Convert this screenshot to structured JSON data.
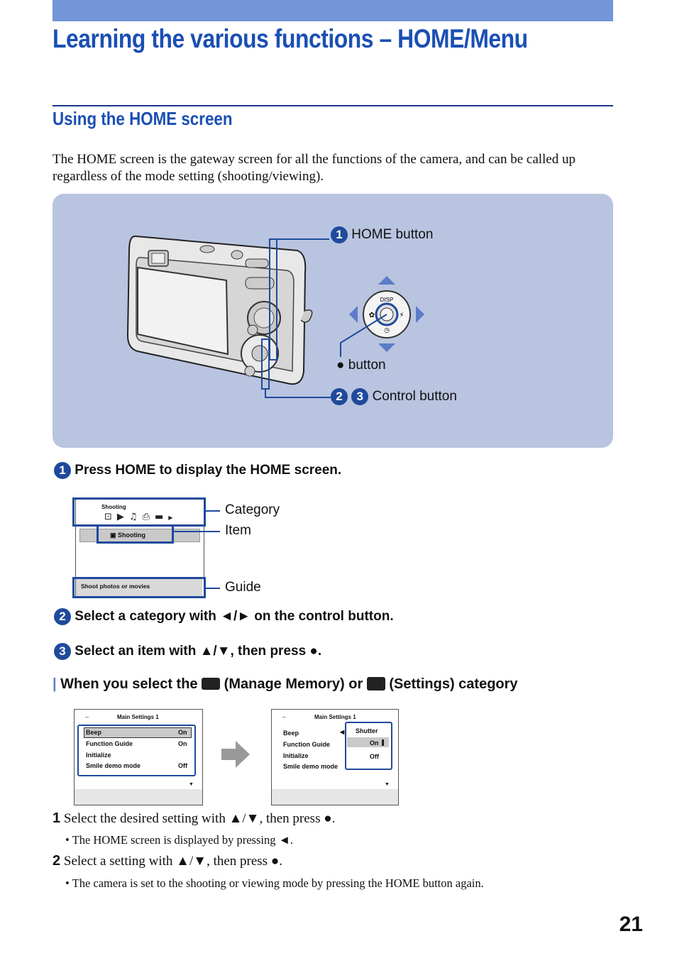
{
  "title": "Learning the various functions – HOME/Menu",
  "section_heading": "Using the HOME screen",
  "intro": "The HOME screen is the gateway screen for all the functions of the camera, and can be called up regardless of the mode setting (shooting/viewing).",
  "diagram": {
    "home_button_num": "1",
    "home_button_label": "HOME button",
    "center_button_label": "button",
    "control_num_a": "2",
    "control_num_b": "3",
    "control_button_label": "Control button",
    "disp_label": "DISP"
  },
  "step1": {
    "num": "1",
    "text": "Press HOME to display the HOME screen."
  },
  "home_screen": {
    "category_title": "Shooting",
    "item_label": "Shooting",
    "guide_text": "Shoot photos or movies",
    "callout_category": "Category",
    "callout_item": "Item",
    "callout_guide": "Guide"
  },
  "step2": {
    "num": "2",
    "text": "Select a category with ◄/► on the control button."
  },
  "step3": {
    "num": "3",
    "text": "Select an item with ▲/▼, then press ●."
  },
  "subsection": {
    "prefix": "When you select the",
    "middle": "(Manage Memory) or",
    "suffix": "(Settings) category"
  },
  "menu_left": {
    "header": "Main Settings 1",
    "rows": [
      {
        "label": "Beep",
        "value": "On"
      },
      {
        "label": "Function Guide",
        "value": "On"
      },
      {
        "label": "Initialize",
        "value": ""
      },
      {
        "label": "Smile demo mode",
        "value": "Off"
      }
    ]
  },
  "menu_right": {
    "header": "Main Settings 1",
    "rows": [
      "Beep",
      "Function Guide",
      "Initialize",
      "Smile demo mode"
    ],
    "popup_title": "Shutter",
    "popup_options": [
      "On",
      "Off"
    ]
  },
  "instructions": [
    {
      "num": "1",
      "text": "Select the desired setting with ▲/▼, then press ●."
    },
    {
      "bullet": "The HOME screen is displayed by pressing ◄."
    },
    {
      "num": "2",
      "text": "Select a setting with ▲/▼, then press ●."
    },
    {
      "bullet": "The camera is set to the shooting or viewing mode by pressing the HOME button again."
    }
  ],
  "page_number": "21"
}
